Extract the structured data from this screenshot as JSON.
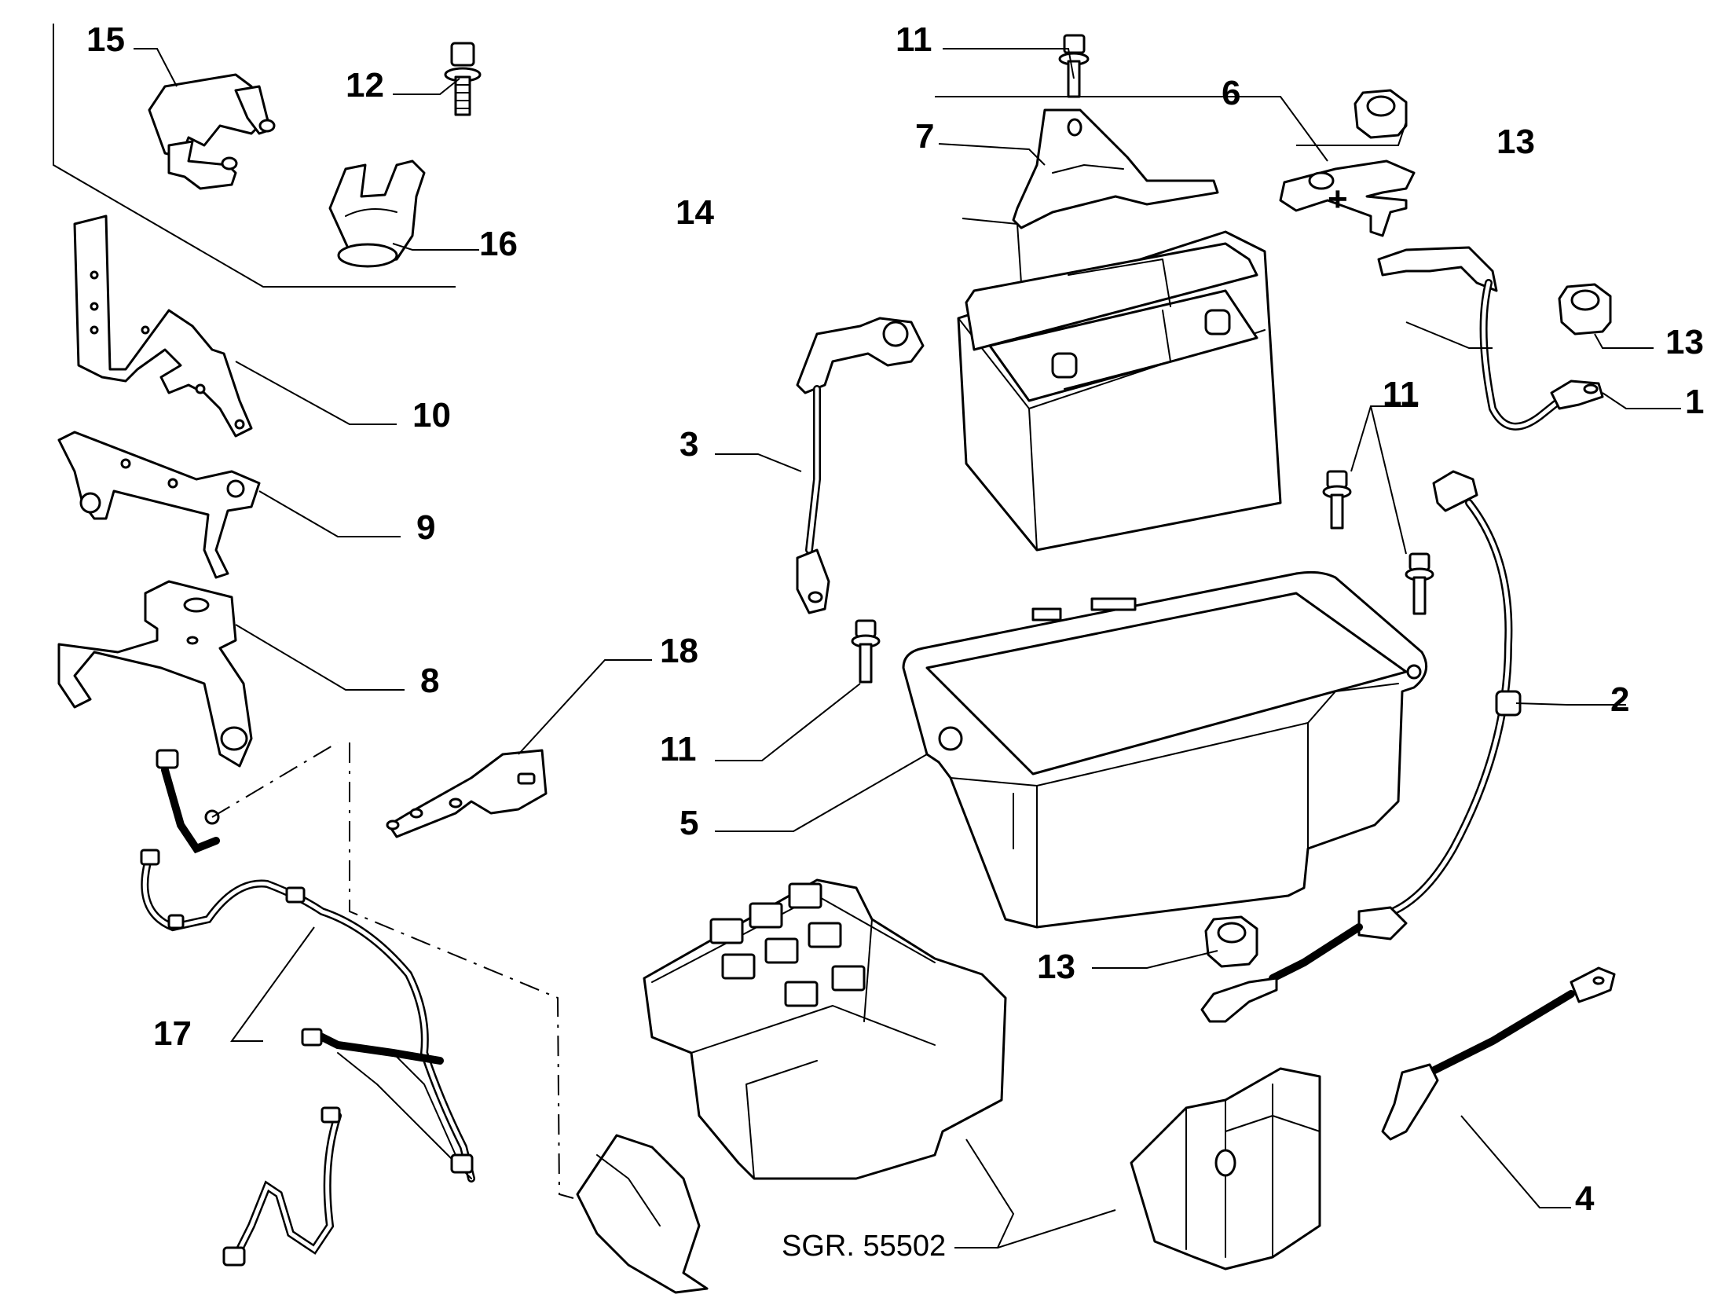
{
  "drawing_code": "SGR. 55502",
  "callouts": {
    "c1": "1",
    "c2": "2",
    "c3": "3",
    "c4": "4",
    "c5": "5",
    "c6": "6",
    "c7": "7",
    "c8": "8",
    "c9": "9",
    "c10": "10",
    "c11a": "11",
    "c11b": "11",
    "c11c": "11",
    "c12": "12",
    "c13a": "13",
    "c13b": "13",
    "c13c": "13",
    "c14": "14",
    "c15": "15",
    "c16": "16",
    "c17": "17",
    "c18": "18"
  }
}
